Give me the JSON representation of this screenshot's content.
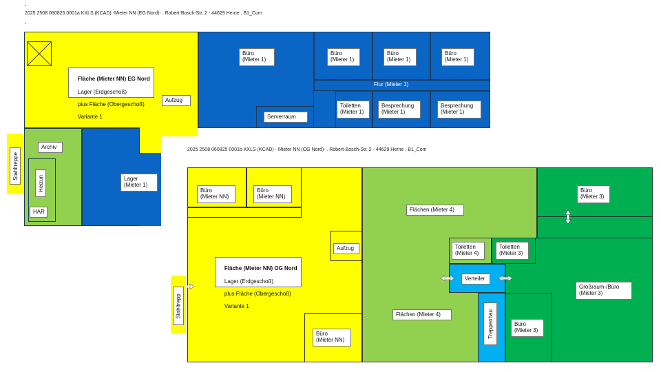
{
  "plan_eg": {
    "title": "2025 2508 060825 0001a KXLS (KCAD) -Mieter NN (EG Nord)- . Robert-Bosch-Str. 2 - 44629 Herne . B1_Com",
    "main_label": {
      "line1": "Fläche (Mieter NN) EG Nord",
      "line2": "Lager (Erdgeschoß)",
      "line3": "plus Fläche (Obergeschoß)",
      "line4": "Variante 1"
    },
    "rooms": {
      "buero_1": "Büro\n(Mieter 1)",
      "buero_2": "Büro\n(Mieter 1)",
      "buero_3": "Büro\n(Mieter 1)",
      "buero_4": "Büro\n(Mieter 1)",
      "flur": "Flur (Mieter 1)",
      "toiletten": "Toiletten\n(Mieter 1)",
      "besprechung_1": "Besprechung\n(Mieter 1)",
      "besprechung_2": "Besprechung\n(Mieter 1)",
      "serverraum": "Serverraum",
      "aufzug": "Aufzug",
      "archiv": "Archiv",
      "heizung": "Heizun",
      "har": "HAR",
      "lager": "Lager\n(Mieter 1)",
      "stahltreppe": "Stahltreppe"
    }
  },
  "plan_og": {
    "title": "2025 2508 060825 0001b KXLS (KCAD) - Mieter NN (OG Nord)- . Robert-Bosch-Str. 2 - 44629 Herne . B1_Com",
    "main_label": {
      "line1": "Fläche (Mieter NN) OG Nord",
      "line2": "Lager (Erdgeschoß)",
      "line3": "plus Fläche (Obergeschoß)",
      "line4": "Variante 1"
    },
    "rooms": {
      "buero_nn_1": "Büro\n(Mieter NN)",
      "buero_nn_2": "Büro\n(Mieter NN)",
      "buero_nn_3": "Büro\n(Mieter NN)",
      "aufzug": "Aufzug",
      "flaechen_top": "Flächen (Mieter 4)",
      "flaechen_bottom": "Flächen (Mieter 4)",
      "toiletten_4": "Toiletten\n(Mieter 4)",
      "toiletten_3": "Toiletten\n(Mieter 3)",
      "verteiler": "Verteiler",
      "treppenhaus": "Treppenhau",
      "buero_3_top": "Büro\n(Mieter 3)",
      "buero_3_bottom": "Büro\n(Mieter 3)",
      "grossraum": "Großraum-/Büro\n(Mieter 3)",
      "stahltreppe": "Stahltrepp"
    }
  },
  "colors": {
    "blue": "#0a65c5",
    "yellow": "#ffff00",
    "light_green": "#92d050",
    "dark_green": "#00b050",
    "cyan": "#00b0f0"
  }
}
